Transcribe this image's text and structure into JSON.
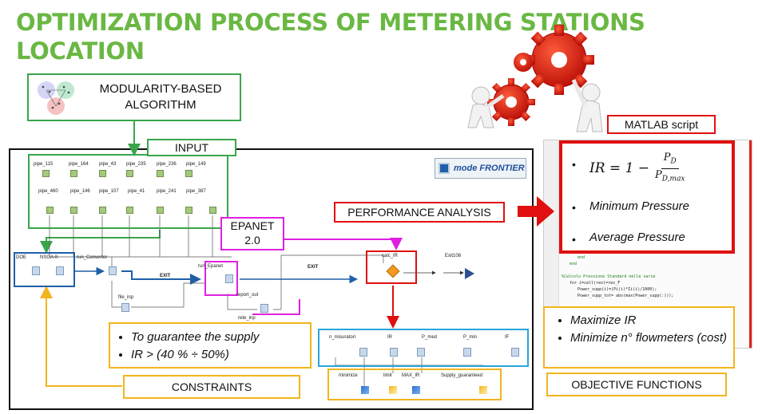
{
  "title": "OPTIMIZATION PROCESS OF METERING STATIONS LOCATION",
  "modularity": {
    "line1": "MODULARITY-BASED",
    "line2": "ALGORITHM"
  },
  "input_label": "INPUT",
  "epanet": {
    "line1": "EPANET",
    "line2": "2.0"
  },
  "performance_label": "PERFORMANCE ANALYSIS",
  "matlab_label": "MATLAB script",
  "matlab_items": {
    "formula_lhs": "IR = 1 −",
    "formula_num": "P",
    "formula_num_sub": "D",
    "formula_den": "P",
    "formula_den_sub": "D,max",
    "min_pressure": "Minimum Pressure",
    "avg_pressure": "Average Pressure"
  },
  "constraints": {
    "item1": "To guarantee the supply",
    "item2": "IR > (40 % ÷ 50%)",
    "label": "CONSTRAINTS"
  },
  "objectives": {
    "item1": "Maximize IR",
    "item2": "Minimize n° flowmeters (cost)",
    "label": "OBJECTIVE FUNCTIONS"
  },
  "modefrontier_logo": "mode FRONTIER",
  "workflow": {
    "pipes_top": [
      "pipe_115",
      "pipe_164",
      "pipe_43",
      "pipe_235",
      "pipe_236",
      "pipe_149"
    ],
    "pipes_bottom": [
      "pipe_460",
      "pipe_146",
      "pipe_107",
      "pipe_41",
      "pipe_241",
      "pipe_387"
    ],
    "doe": "DOE",
    "nsga": "NSGA-II",
    "run_converter": "run_Converter",
    "run_epanet": "run_Epanet",
    "exit_a": "EXIT",
    "exit_b": "EXIT",
    "calc_ir": "calc_IR",
    "exit108": "Exit108",
    "file_inp": "file_inp",
    "report_out": "report_out",
    "rete_inp": "rete_inp",
    "outputs": [
      "n_misuratori",
      "IR",
      "P_med",
      "P_min",
      "IF"
    ],
    "objectives": [
      "minimize",
      "limit",
      "MAX_IR",
      "Supply_guaranteed"
    ]
  },
  "colors": {
    "title": "#6ab843",
    "green_box": "#3aa64c",
    "magenta_box": "#e020e0",
    "red_box": "#e01010",
    "yellow_box": "#f2b51d",
    "cyan_box": "#29a6d8",
    "blue_box": "#1f5fa8"
  }
}
